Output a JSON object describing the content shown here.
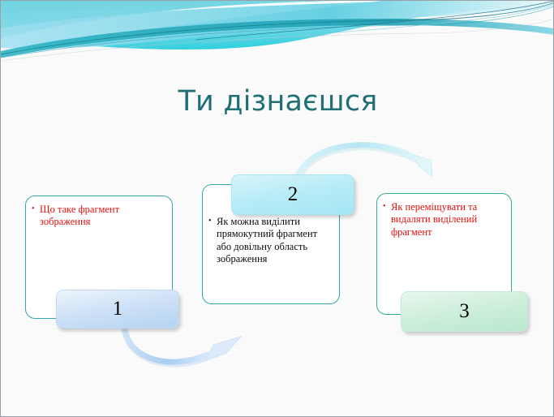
{
  "slide": {
    "title": "Ти дізнаєшся",
    "title_color": "#1f6f75",
    "background_color": "#fbfbfb",
    "accent_color": "#35a6ad"
  },
  "cards": [
    {
      "id": 1,
      "bullet": "•",
      "text": "Що таке фрагмент зображення",
      "text_color": "#e8100f",
      "border_color": "#35a6ad"
    },
    {
      "id": 2,
      "bullet": "•",
      "text": "Як можна виділити прямокутний фрагмент або довільну область зображення",
      "text_color": "#0a0a0a",
      "border_color": "#35a6ad"
    },
    {
      "id": 3,
      "bullet": "•",
      "text": "Як переміщувати та видаляти виділений фрагмент",
      "text_color": "#e8100f",
      "border_color": "#2fae93"
    }
  ],
  "badges": [
    {
      "label": "1",
      "color": "#b4d3f2"
    },
    {
      "label": "2",
      "color": "#a5e6f5"
    },
    {
      "label": "3",
      "color": "#b9e7cf"
    }
  ],
  "arrows": [
    {
      "name": "arrow-1-to-2",
      "color": "#bcd9f5",
      "direction": "down-curve-right"
    },
    {
      "name": "arrow-2-to-3",
      "color": "#c9eef5",
      "direction": "up-curve-right"
    }
  ]
}
